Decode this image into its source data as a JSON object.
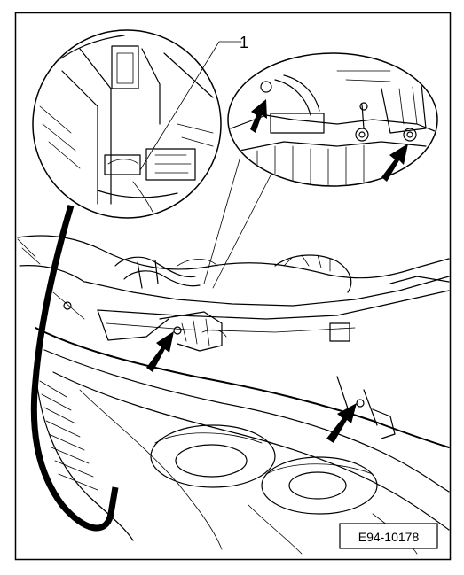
{
  "callout_label": "1",
  "figure_id": "E94-10178",
  "arrow_count": 4
}
